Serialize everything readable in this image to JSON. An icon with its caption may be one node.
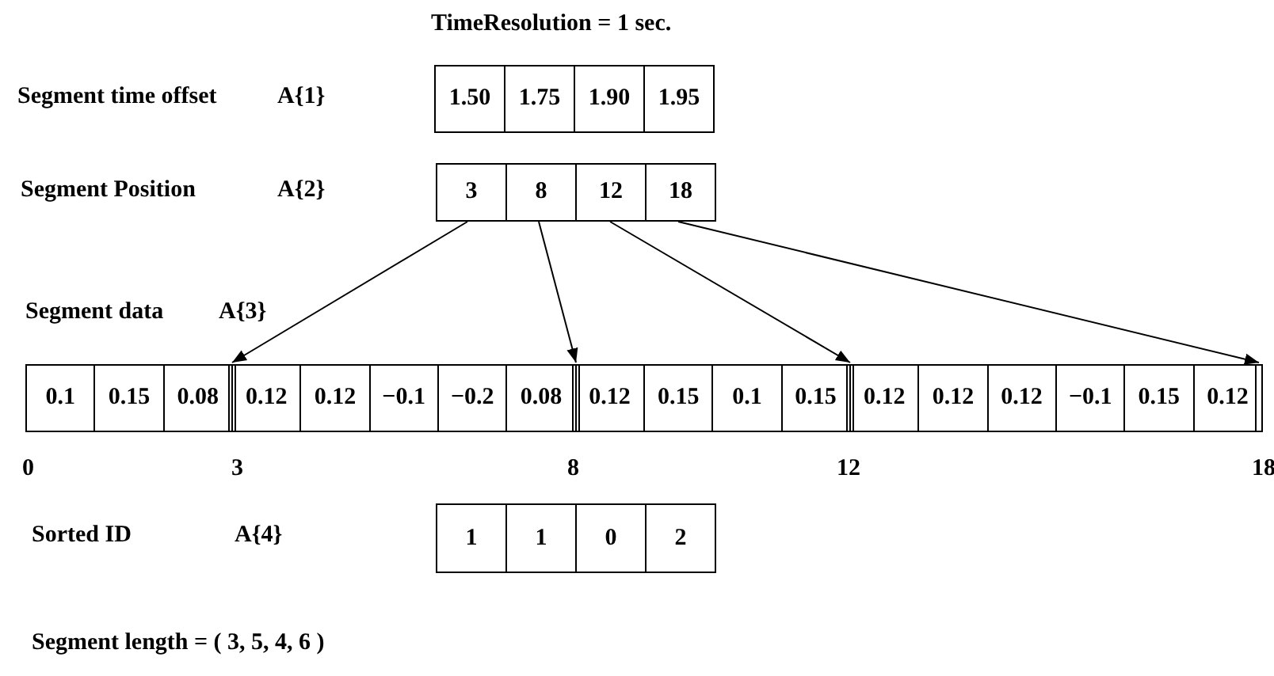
{
  "diagram": {
    "nodes": [
      {
        "text": [
          "3"
        ]
      },
      {
        "text": [
          "8"
        ]
      },
      {
        "text": [
          "12"
        ]
      },
      {
        "text": [
          "18"
        ]
      },
      {
        "text": [],
        "shape": "bar"
      },
      {
        "text": [],
        "shape": "bar"
      },
      {
        "text": [],
        "shape": "bar"
      },
      {
        "text": [],
        "shape": "bar"
      }
    ],
    "edges": [
      {
        "from": 0,
        "to": 4,
        "arrow": "to"
      },
      {
        "from": 1,
        "to": 5,
        "arrow": "to"
      },
      {
        "from": 2,
        "to": 6,
        "arrow": "to"
      },
      {
        "from": 3,
        "to": 7,
        "arrow": "to"
      }
    ],
    "labels": [
      "TimeResolution = 1 sec.",
      "Segment time offset",
      "A{1}",
      "1.50",
      "1.75",
      "1.90",
      "1.95",
      "Segment Position",
      "A{2}",
      "Segment data",
      "A{3}",
      "0.1",
      "0.15",
      "0.08",
      "0.12",
      "0.12",
      "−0.1",
      "−0.2",
      "0.08",
      "0.12",
      "0.15",
      "0.1",
      "0.15",
      "0.12",
      "0.12",
      "0.12",
      "−0.1",
      "0.15",
      "0.12",
      "0",
      "3",
      "8",
      "12",
      "18",
      "Sorted ID",
      "A{4}",
      "1",
      "1",
      "0",
      "2",
      "Segment length = ( 3, 5, 4, 6 )"
    ]
  }
}
